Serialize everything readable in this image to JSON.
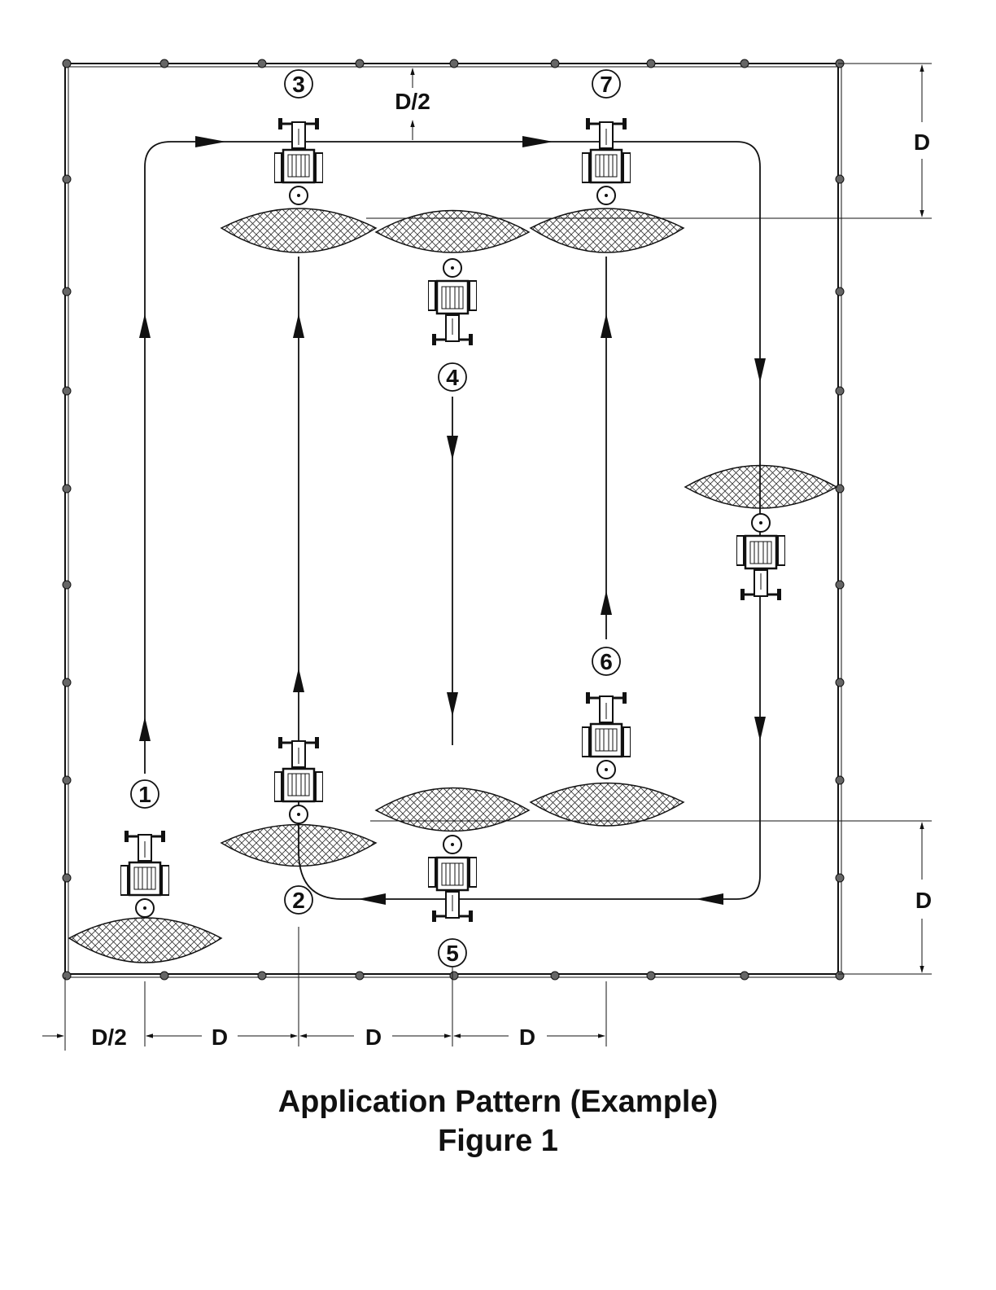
{
  "title": "Application Pattern (Example)",
  "figure": "Figure 1",
  "dimensions": {
    "top_offset": "D/2",
    "top_right": "D",
    "bottom_right": "D",
    "bottom": [
      "D/2",
      "D",
      "D",
      "D"
    ]
  },
  "passes": [
    "1",
    "2",
    "3",
    "4",
    "5",
    "6",
    "7"
  ],
  "icons": [
    "tractor-icon",
    "spread-pattern-icon",
    "field-post-icon",
    "direction-arrow-icon"
  ]
}
